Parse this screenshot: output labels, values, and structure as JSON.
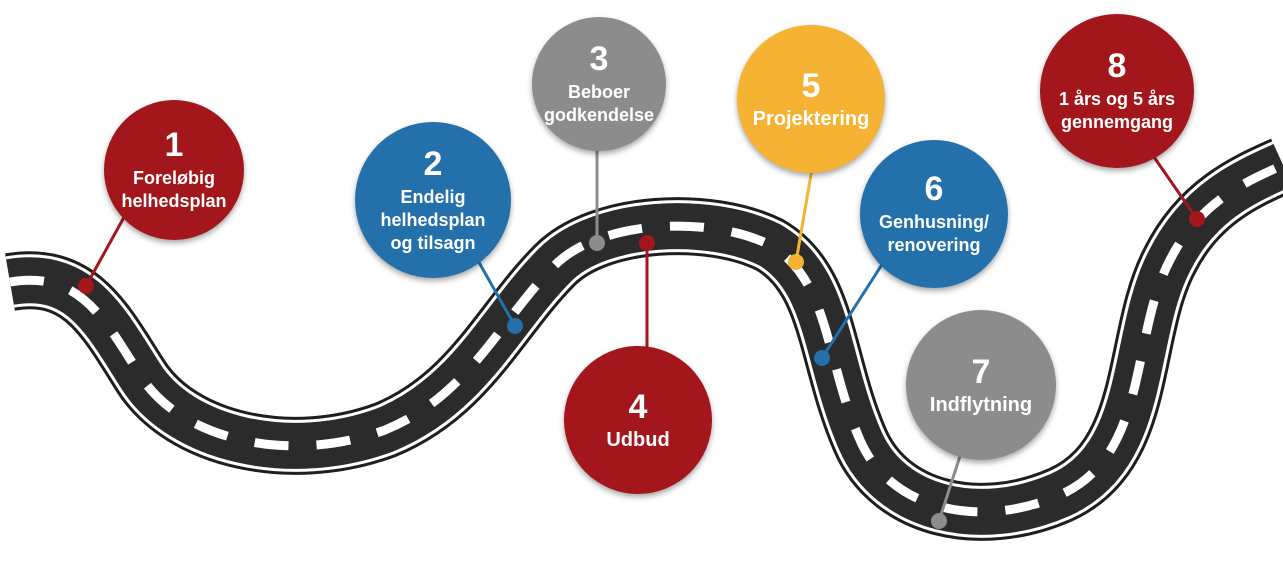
{
  "colors": {
    "red": "#a3161c",
    "blue": "#2470ab",
    "gray": "#8c8c8c",
    "yellow": "#f6b232",
    "road": "#2b2b2b",
    "edge": "#ffffff",
    "dash": "#ffffff"
  },
  "milestones": [
    {
      "number": "1",
      "label": "Foreløbig\nhelhedsplan",
      "color": "red"
    },
    {
      "number": "2",
      "label": "Endelig\nhelhedsplan\nog tilsagn",
      "color": "blue"
    },
    {
      "number": "3",
      "label": "Beboer\ngodkendelse",
      "color": "gray"
    },
    {
      "number": "4",
      "label": "Udbud",
      "color": "red"
    },
    {
      "number": "5",
      "label": "Projektering",
      "color": "yellow"
    },
    {
      "number": "6",
      "label": "Genhusning/\nrenovering",
      "color": "blue"
    },
    {
      "number": "7",
      "label": "Indflytning",
      "color": "gray"
    },
    {
      "number": "8",
      "label": "1 års og 5 års\ngennemgang",
      "color": "red"
    }
  ]
}
